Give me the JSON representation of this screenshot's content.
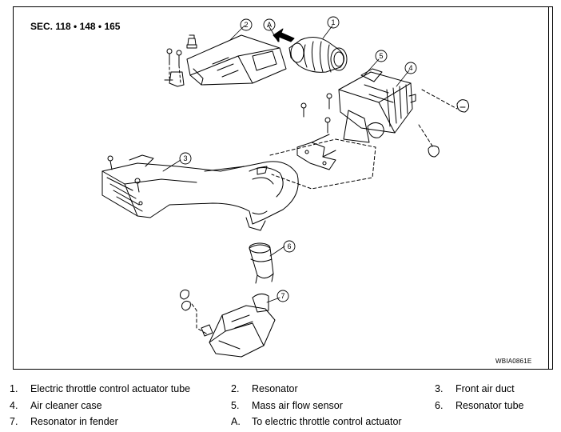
{
  "section_label": "SEC. 118 • 148 • 165",
  "figure_code": "WBIA0861E",
  "callouts": [
    "1",
    "2",
    "3",
    "4",
    "5",
    "6",
    "7",
    "A"
  ],
  "legend": [
    {
      "num": "1.",
      "text": "Electric throttle control actuator tube"
    },
    {
      "num": "2.",
      "text": "Resonator"
    },
    {
      "num": "3.",
      "text": "Front air duct"
    },
    {
      "num": "4.",
      "text": "Air cleaner case"
    },
    {
      "num": "5.",
      "text": "Mass air flow sensor"
    },
    {
      "num": "6.",
      "text": "Resonator tube"
    },
    {
      "num": "7.",
      "text": "Resonator in fender"
    },
    {
      "num": "A.",
      "text": "To electric throttle control actuator"
    }
  ]
}
